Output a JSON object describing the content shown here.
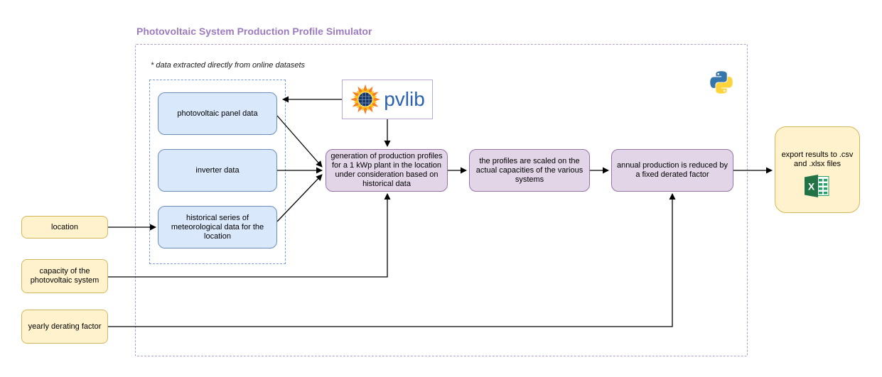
{
  "title": "Photovoltaic System Production Profile Simulator",
  "note": "* data extracted directly from online datasets",
  "inputs": [
    {
      "label": "location"
    },
    {
      "label": "capacity of the photovoltaic system"
    },
    {
      "label": "yearly derating factor"
    }
  ],
  "datasets": [
    {
      "label": "photovoltaic panel data"
    },
    {
      "label": "inverter data"
    },
    {
      "label": "historical series of meteorological data for the location"
    }
  ],
  "steps": [
    {
      "label": "generation of production profiles for a 1 kWp plant in the location under consideration based on historical data"
    },
    {
      "label": "the profiles are scaled on the actual capacities of the various systems"
    },
    {
      "label": "annual production is reduced by a fixed derated factor"
    }
  ],
  "output": {
    "label": "export results to .csv and .xlsx files"
  },
  "logos": {
    "pvlib_wordmark": "pvlib",
    "pvlib_icon": "sun-solar-panel-icon",
    "python_icon": "python-logo-icon",
    "excel_icon": "excel-logo-icon"
  },
  "colors": {
    "title_text": "#9d7bbf",
    "outer_dashed_border": "#b39dd0",
    "datasets_dashed_border": "#7c9bd9",
    "dataset_fill": "#dae8fc",
    "dataset_stroke": "#6c8ebf",
    "step_fill": "#e1d5e7",
    "step_stroke": "#9673a6",
    "io_fill": "#fff2cc",
    "io_stroke": "#d6b656",
    "pvlib_blue": "#2c63ad",
    "python_blue": "#3776ab",
    "python_yellow": "#ffd43b",
    "excel_green": "#217346",
    "arrow": "#000000"
  }
}
